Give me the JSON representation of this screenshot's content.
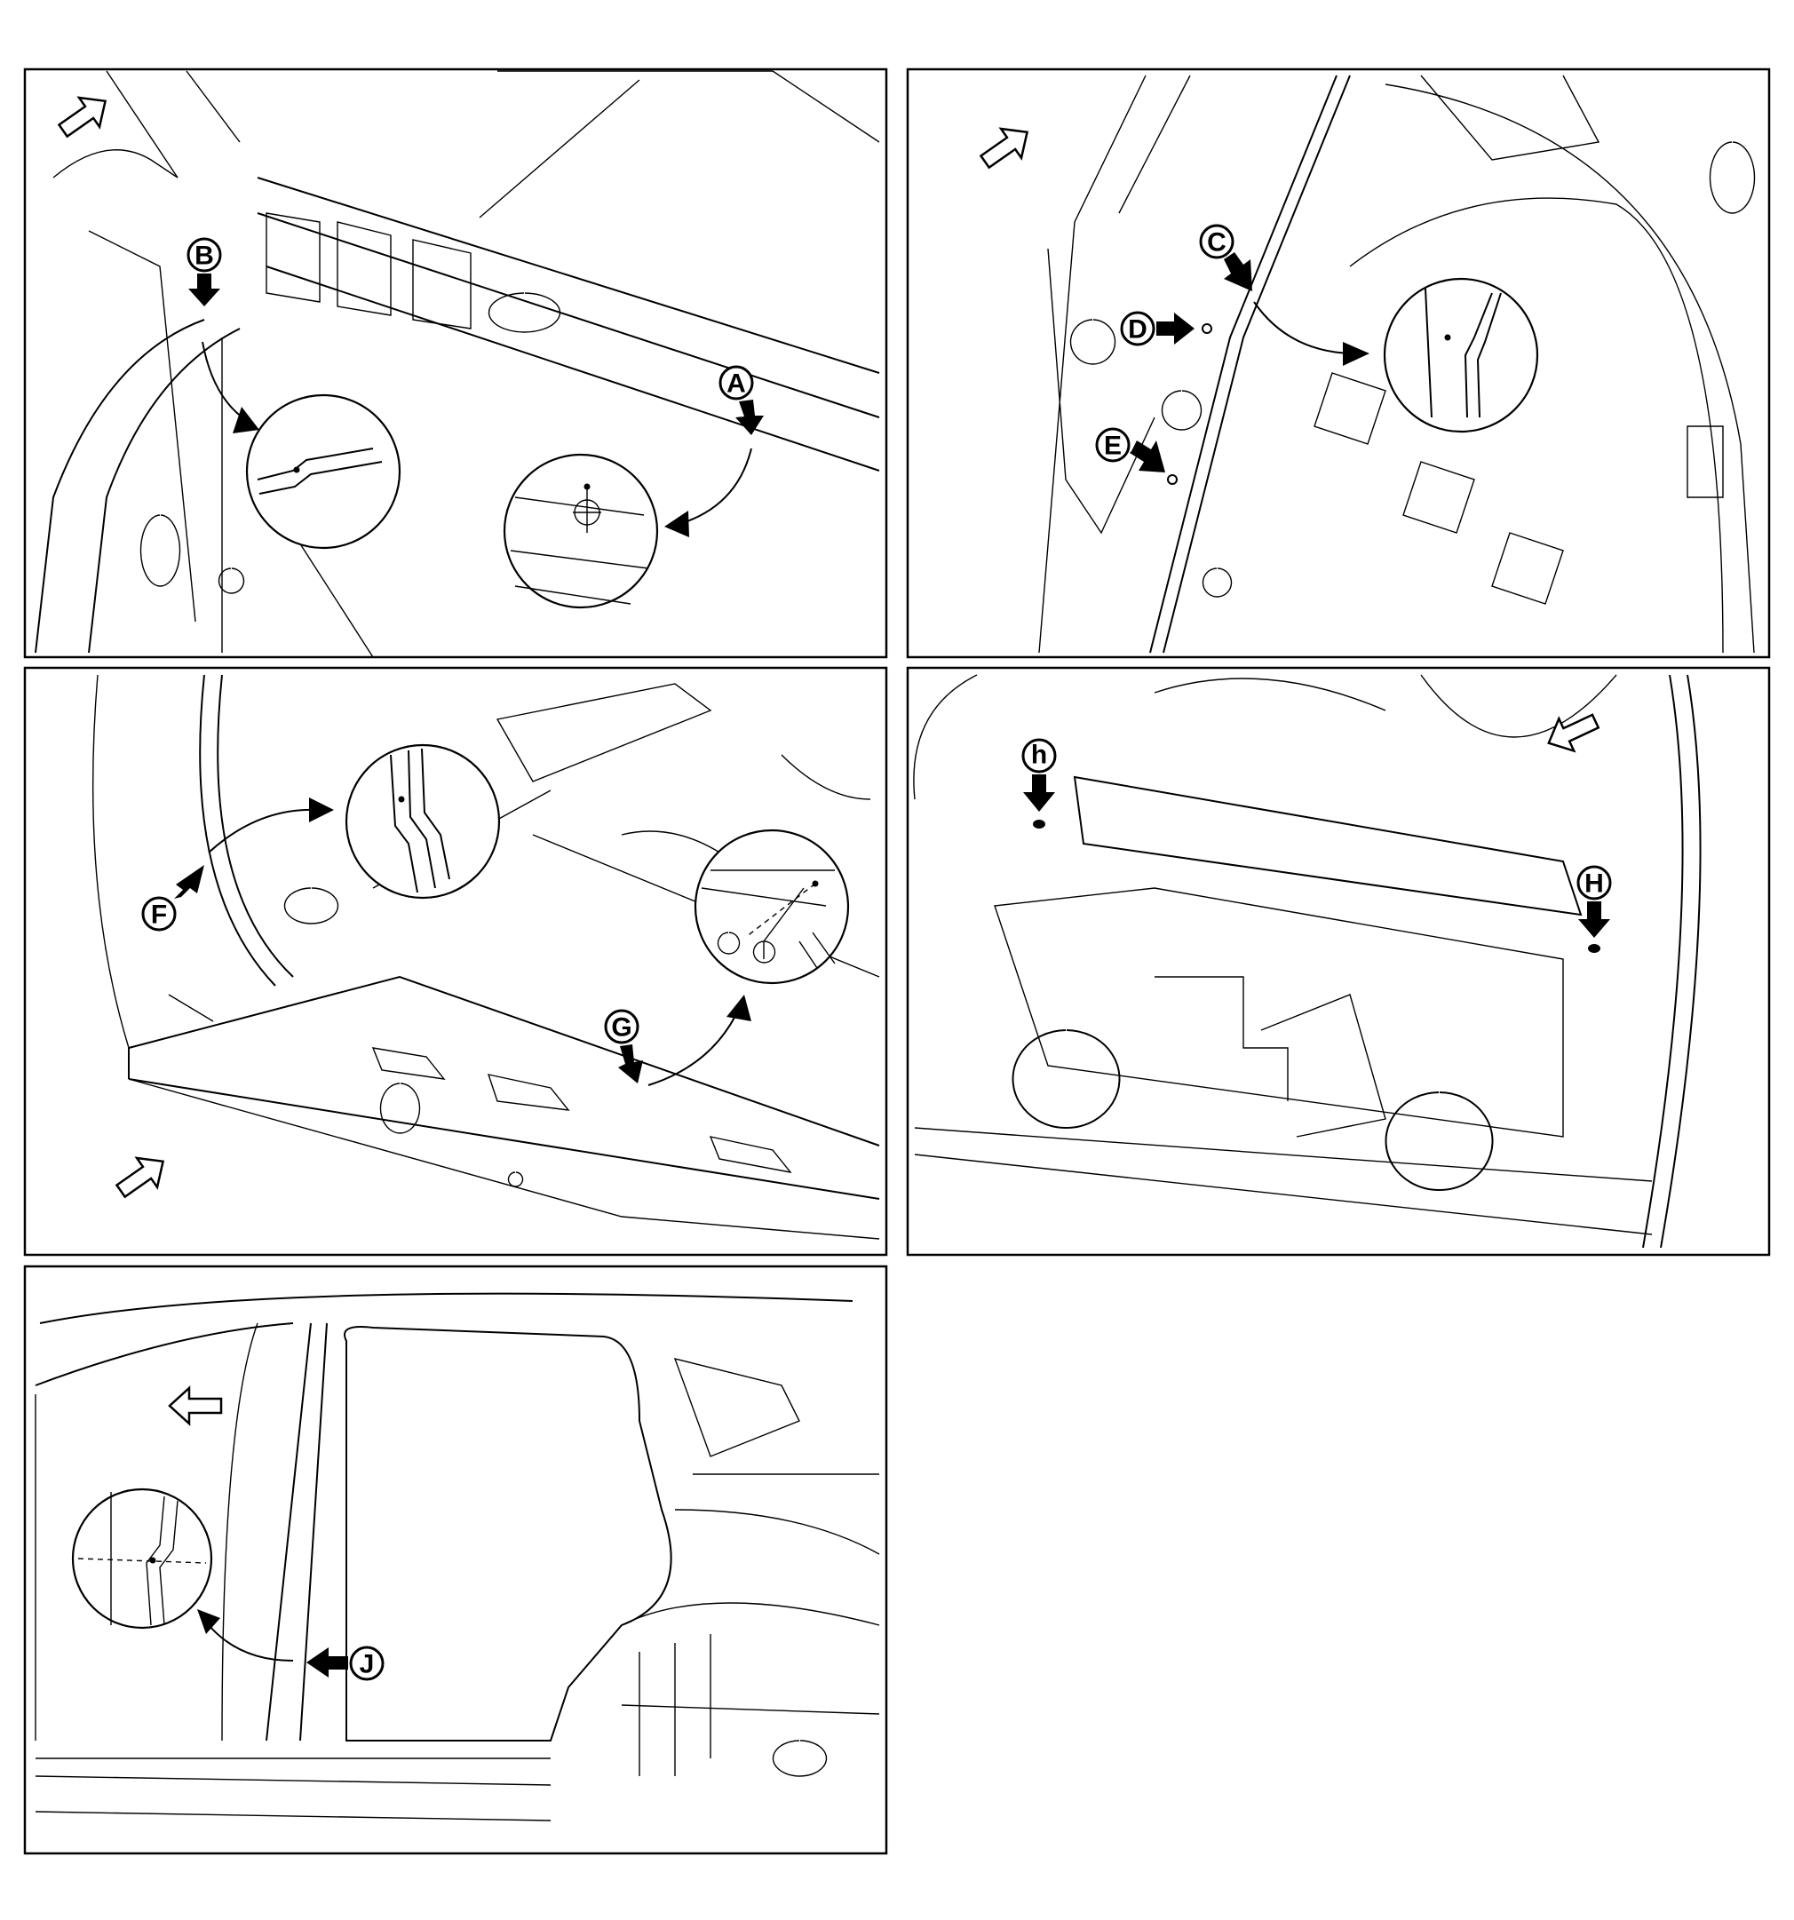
{
  "figure": {
    "panels": [
      {
        "id": "panel-1",
        "labels": [
          "A",
          "B"
        ]
      },
      {
        "id": "panel-2",
        "labels": [
          "C",
          "D",
          "E"
        ]
      },
      {
        "id": "panel-3",
        "labels": [
          "F",
          "G"
        ]
      },
      {
        "id": "panel-4",
        "labels": [
          "h",
          "H"
        ]
      },
      {
        "id": "panel-5",
        "labels": [
          "J"
        ]
      }
    ],
    "labels": {
      "A": "A",
      "B": "B",
      "C": "C",
      "D": "D",
      "E": "E",
      "F": "F",
      "G": "G",
      "h": "h",
      "H": "H",
      "J": "J"
    },
    "icons": [
      "front-direction-arrow-icon",
      "leader-arrow-icon",
      "magnified-detail-circle"
    ]
  }
}
